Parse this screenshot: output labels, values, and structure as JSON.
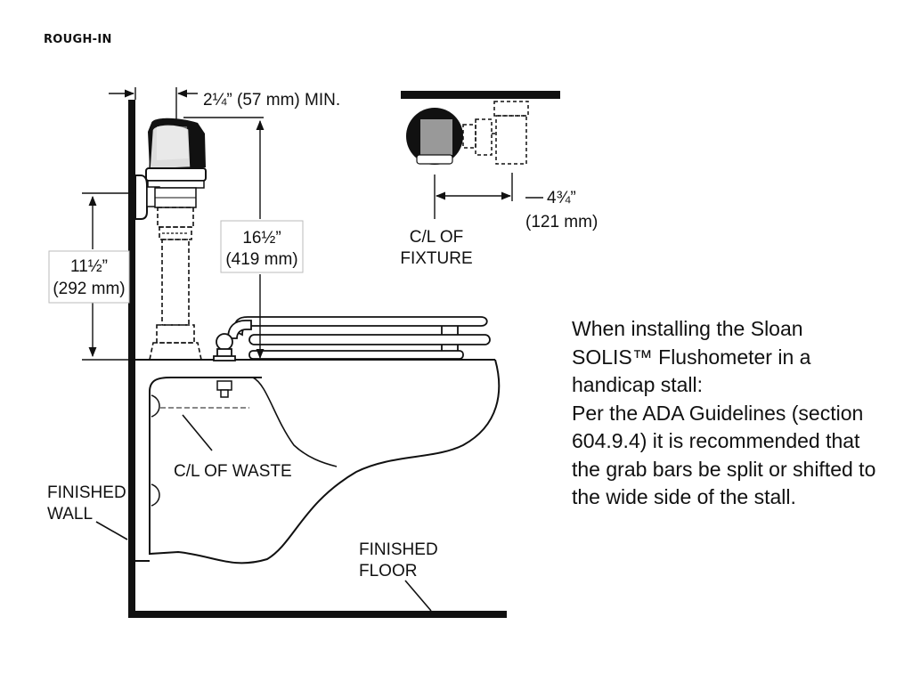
{
  "heading": "ROUGH-IN",
  "labels": {
    "top_clearance": "2¼” (57 mm) MIN.",
    "height_in": "16½”",
    "height_mm": "(419 mm)",
    "valve_height_in": "11½”",
    "valve_height_mm": "(292 mm)",
    "offset_in": "4¾”",
    "offset_mm": "(121 mm)",
    "cl_fixture_1": "C/L OF",
    "cl_fixture_2": "FIXTURE",
    "cl_waste": "C/L OF WASTE",
    "finished_wall_1": "FINISHED",
    "finished_wall_2": "WALL",
    "finished_floor_1": "FINISHED",
    "finished_floor_2": "FLOOR"
  },
  "note": {
    "lines": [
      "When installing the Sloan",
      "SOLIS™ Flushometer in a",
      "handicap stall:",
      "Per the ADA Guidelines (section",
      "604.9.4) it is recommended that",
      "the grab bars be split or shifted to",
      "the wide side of the stall."
    ]
  }
}
